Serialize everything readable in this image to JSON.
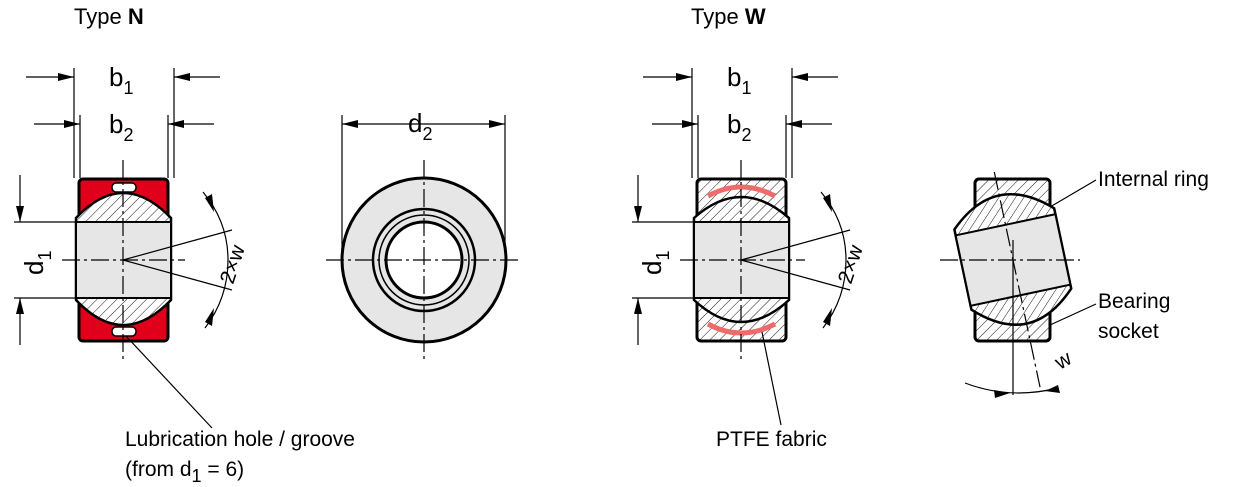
{
  "colors": {
    "lubrication": "#e0001b",
    "ptfe": "#ef6a6a",
    "bore": "#e6e6e6",
    "outline": "#000000"
  },
  "type_n": {
    "title_prefix": "Type ",
    "title_letter": "N",
    "b1": "b",
    "b1_sub": "1",
    "b2": "b",
    "b2_sub": "2",
    "d1": "d",
    "d1_sub": "1",
    "angle": "2×w",
    "note_line1": "Lubrication hole / groove",
    "note_line2_prefix": "(from d",
    "note_line2_sub": "1",
    "note_line2_suffix": " = 6)"
  },
  "end_view": {
    "d2": "d",
    "d2_sub": "2"
  },
  "type_w": {
    "title_prefix": "Type ",
    "title_letter": "W",
    "b1": "b",
    "b1_sub": "1",
    "b2": "b",
    "b2_sub": "2",
    "d1": "d",
    "d1_sub": "1",
    "angle": "2×w",
    "note": "PTFE fabric"
  },
  "tilted_view": {
    "internal_ring": "Internal ring",
    "bearing_line1": "Bearing",
    "bearing_line2": "socket",
    "angle": "w"
  }
}
